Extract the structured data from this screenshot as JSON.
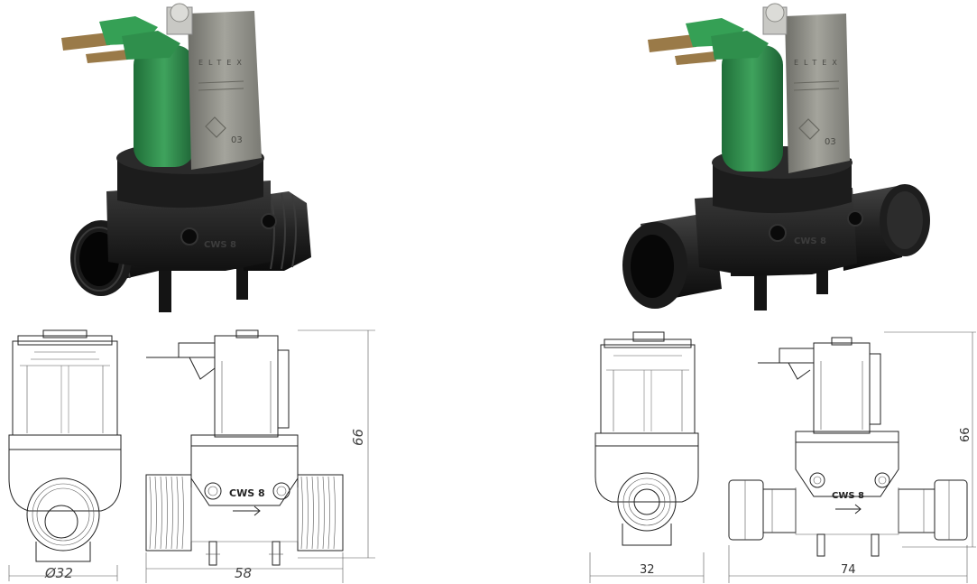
{
  "left_product": {
    "brand": "ELTEX",
    "coil_mark": "03",
    "body_marking": "CWS 8",
    "dimensions": {
      "height": "66",
      "diameter": "Ø32",
      "length": "58"
    }
  },
  "right_product": {
    "brand": "ELTEX",
    "coil_mark": "03",
    "body_marking": "CWS 8",
    "dimensions": {
      "height": "66",
      "width": "32",
      "length": "74"
    }
  },
  "colors": {
    "coil": "#2f8a4a",
    "terminals": "#3a9a55",
    "housing": "#8c8c86",
    "body": "#1e1e1e",
    "line": "#222222"
  }
}
